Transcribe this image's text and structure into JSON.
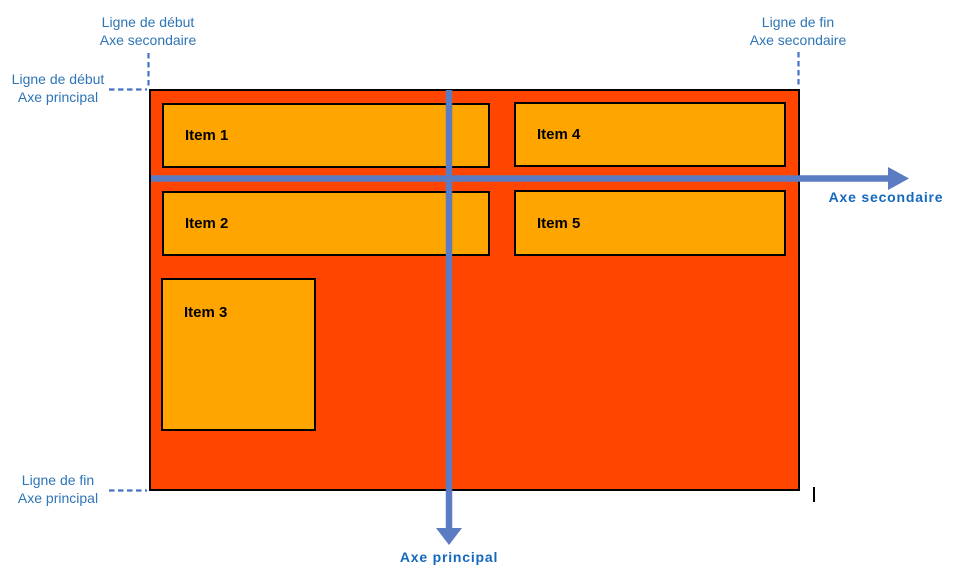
{
  "diagram": {
    "container_color": "#FF4500",
    "item_color": "#FFA500",
    "border_color": "#000000",
    "axis_arrow_color": "#5B7CC2",
    "dashed_line_color": "#4472C4",
    "guide_label_color": "#2E75B6",
    "axis_label_color": "#1468BE",
    "items": [
      {
        "label": "Item 1"
      },
      {
        "label": "Item 2"
      },
      {
        "label": "Item 3"
      },
      {
        "label": "Item 4"
      },
      {
        "label": "Item 5"
      }
    ],
    "axis_labels": {
      "main": "Axe principal",
      "cross": "Axe secondaire"
    },
    "guides": {
      "start_cross": {
        "line1": "Ligne de début",
        "line2": "Axe secondaire"
      },
      "end_cross": {
        "line1": "Ligne de fin",
        "line2": "Axe secondaire"
      },
      "start_main": {
        "line1": "Ligne de début",
        "line2": "Axe principal"
      },
      "end_main": {
        "line1": "Ligne de fin",
        "line2": "Axe principal"
      }
    }
  }
}
